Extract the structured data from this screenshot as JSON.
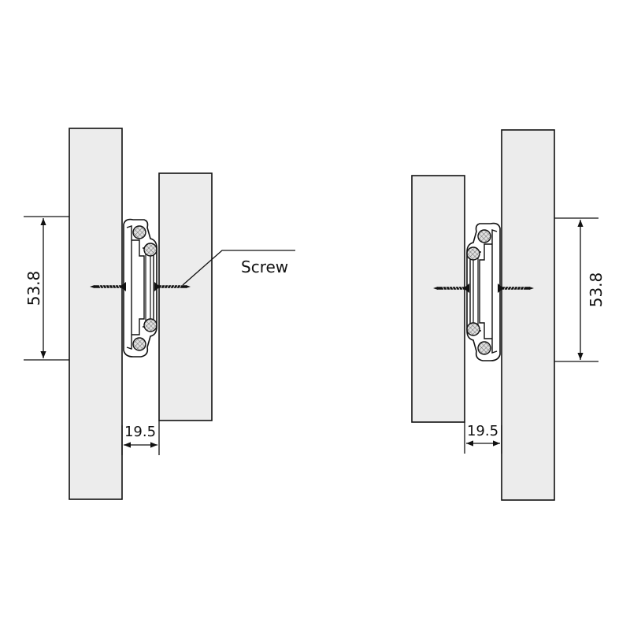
{
  "left_assembly": {
    "height_dimension": "53.8",
    "gap_dimension": "19.5",
    "callout": "Screw"
  },
  "right_assembly": {
    "height_dimension": "53.8",
    "gap_dimension": "19.5"
  },
  "colors": {
    "panel_fill": "#ececec",
    "stroke": "#111111",
    "ball_fill": "#d9d9d9"
  }
}
